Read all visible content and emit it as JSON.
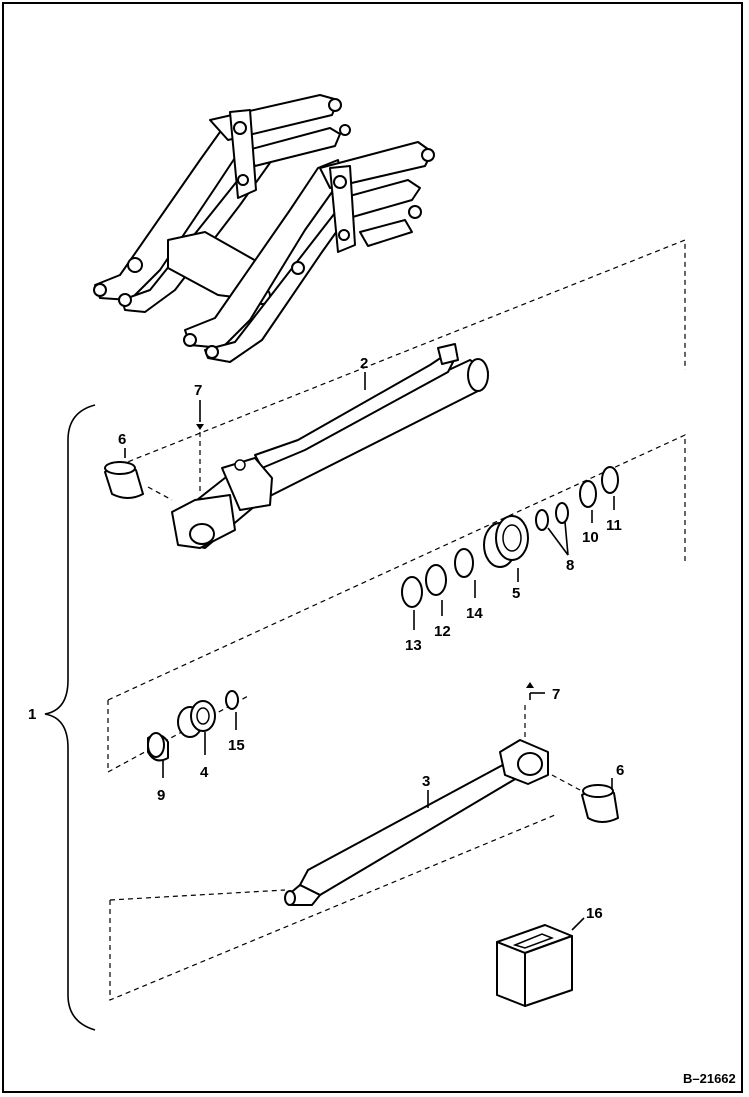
{
  "diagram": {
    "reference_code": "B–21662",
    "callouts": {
      "c1": "1",
      "c2": "2",
      "c3": "3",
      "c4": "4",
      "c5": "5",
      "c6a": "6",
      "c6b": "6",
      "c7a": "7",
      "c7b": "7",
      "c8": "8",
      "c9": "9",
      "c10": "10",
      "c11": "11",
      "c12": "12",
      "c13": "13",
      "c14": "14",
      "c15": "15",
      "c16": "16"
    }
  },
  "colors": {
    "line": "#000000",
    "background": "#ffffff"
  }
}
